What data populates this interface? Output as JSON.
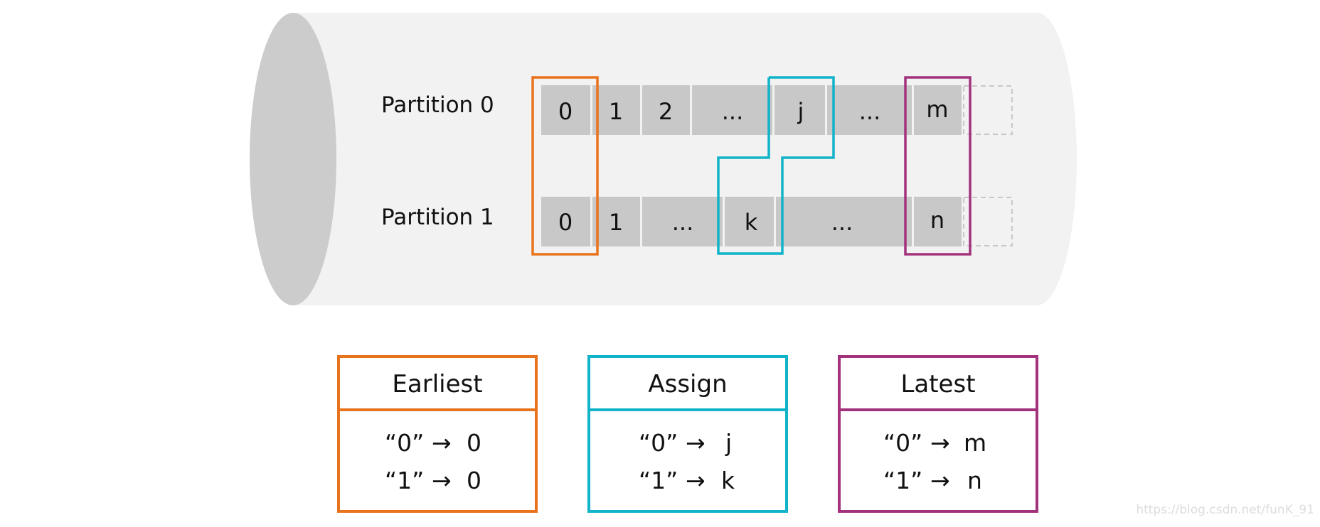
{
  "topic": {
    "partitions": [
      {
        "label": "Partition 0",
        "cells": [
          "0",
          "1",
          "2",
          "...",
          "j",
          "...",
          "m"
        ]
      },
      {
        "label": "Partition 1",
        "cells": [
          "0",
          "1",
          "...",
          "k",
          "...",
          "n"
        ]
      }
    ]
  },
  "strategies": [
    {
      "title": "Earliest",
      "color": "#e8731c",
      "mappings": [
        {
          "key": "“0”",
          "arrow": "→",
          "value": "0"
        },
        {
          "key": "“1”",
          "arrow": "→",
          "value": "0"
        }
      ]
    },
    {
      "title": "Assign",
      "color": "#11b3c8",
      "mappings": [
        {
          "key": "“0”",
          "arrow": "→",
          "value": "j"
        },
        {
          "key": "“1”",
          "arrow": "→",
          "value": "k"
        }
      ]
    },
    {
      "title": "Latest",
      "color": "#a2327c",
      "mappings": [
        {
          "key": "“0”",
          "arrow": "→",
          "value": "m"
        },
        {
          "key": "“1”",
          "arrow": "→",
          "value": "n"
        }
      ]
    }
  ],
  "watermark": "https://blog.csdn.net/funK_91"
}
